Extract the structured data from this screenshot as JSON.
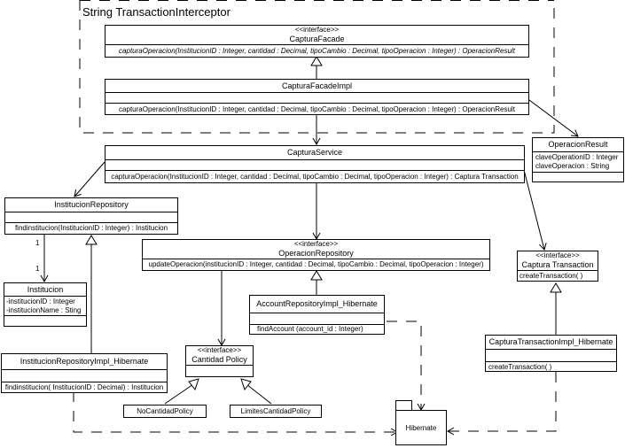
{
  "frame": {
    "title": "String TransactionInterceptor"
  },
  "classes": {
    "captura_facade": {
      "stereotype": "<<interface>>",
      "name": "CapturaFacade",
      "operations": [
        "capturaOperacion(InstitucionID : Integer, cantidad : Decimal, tipoCambio : Decimal, tipoOperacion : Integer) : OperacionResult"
      ]
    },
    "captura_facade_impl": {
      "name": "CapturaFacadeImpl",
      "operations": [
        "capturaOperacion(InstitucionID : Integer, cantidad : Decimal, tipoCambio : Decimal, tipoOperacion : Integer) : OperacionResult"
      ]
    },
    "operacion_result": {
      "name": "OperacionResult",
      "attributes": [
        "claveOperationID : Integer",
        "claveOperacion : String"
      ]
    },
    "captura_service": {
      "name": "CapturaService",
      "operations": [
        "capturaOperacion(InstitucionID : Integer, cantidad : Decimal, tipoCambio : Decimal, tipoOperacion : Integer) : Captura Transaction"
      ]
    },
    "institucion_repository": {
      "name": "InstitucionRepository",
      "operations": [
        "findinstitucion(InstitucionID : Integer) : Institucion"
      ]
    },
    "institucion": {
      "name": "Institucion",
      "attributes": [
        "-institucionID : Integer",
        "-institucionName : Sting"
      ]
    },
    "operacion_repository": {
      "stereotype": "<<interface>>",
      "name": "OperacionRepository",
      "operations": [
        "updateOperacion(institucionID : Integer, cantidad : Decimal, tipoCambio : Decimal, tipoOperacion : Integer)"
      ]
    },
    "account_repository_impl": {
      "name": "AccountRepositoryImpl_Hibernate",
      "operations": [
        "findAccount (account_id : Integer)"
      ]
    },
    "captura_transaction": {
      "stereotype": "<<interface>>",
      "name": "Captura Transaction",
      "operations": [
        "createTransaction( )"
      ]
    },
    "captura_transaction_impl": {
      "name": "CapturaTransactionImpl_Hibernate",
      "operations": [
        "createTransaction( )"
      ]
    },
    "institucion_repository_impl": {
      "name": "InstitucionRepositoryImpl_Hibernate",
      "operations": [
        "findinstitucion( InstitucionID : Decimal) : Institucion"
      ]
    },
    "cantidad_policy": {
      "stereotype": "<<interface>>",
      "name": "Cantidad Policy"
    },
    "no_cantidad_policy": {
      "name": "NoCantidadPolicy"
    },
    "limites_cantidad_policy": {
      "name": "LimitesCantidadPolicy"
    }
  },
  "package": {
    "name": "Hibernate"
  },
  "multiplicity": {
    "source": "1",
    "target": "1"
  }
}
